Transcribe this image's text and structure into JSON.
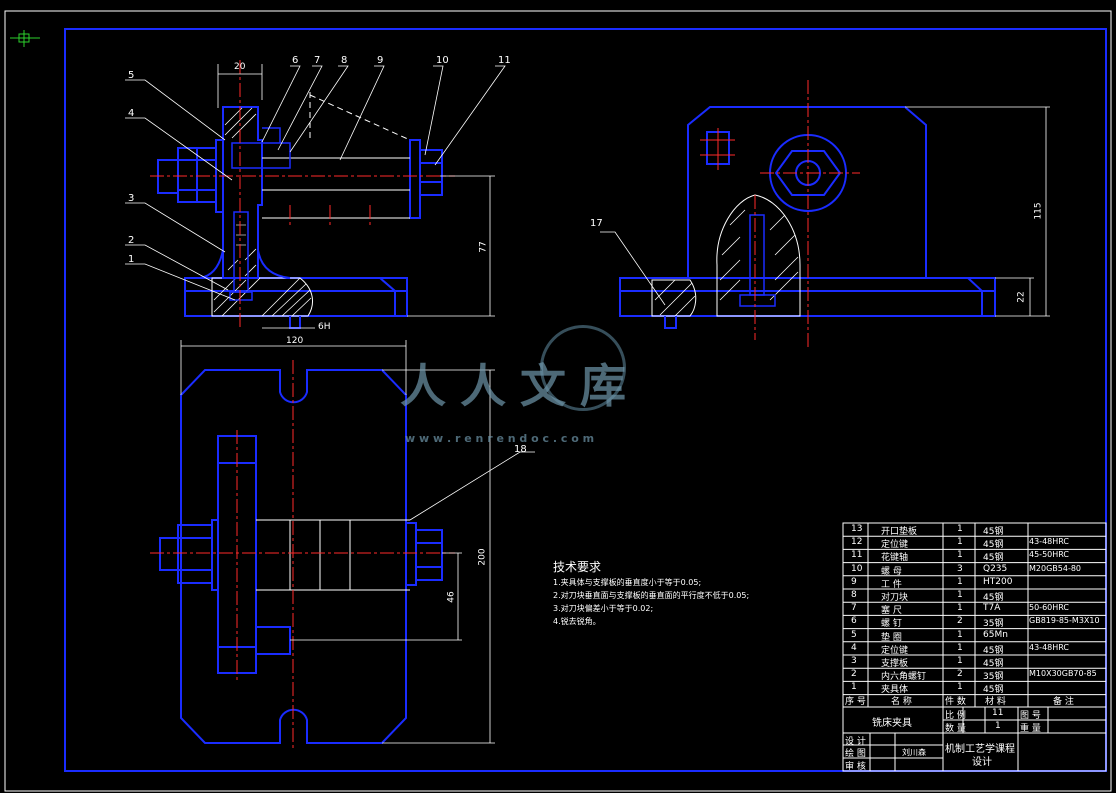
{
  "drawing": {
    "balloons": [
      "1",
      "2",
      "3",
      "4",
      "5",
      "6",
      "7",
      "8",
      "9",
      "10",
      "11",
      "17",
      "18"
    ],
    "dims": {
      "d20": "20",
      "d77": "77",
      "d120": "120",
      "d200": "200",
      "d46": "46",
      "d115": "115",
      "d22": "22",
      "fit": "6H"
    }
  },
  "watermark": {
    "text": "人人文库",
    "url": "w w w . r e n r e n d o c . c o m"
  },
  "tech": {
    "title": "技术要求",
    "items": [
      "1.夹具体与支撑板的垂直度小于等于0.05;",
      "2.对刀块垂直面与支撑板的垂直面的平行度不低于0.05;",
      "3.对刀块偏差小于等于0.02;",
      "4.锐去锐角。"
    ]
  },
  "bom": {
    "rows": [
      {
        "no": "13",
        "name": "开口垫板",
        "qty": "1",
        "mat": "45钢",
        "note": ""
      },
      {
        "no": "12",
        "name": "定位键",
        "qty": "1",
        "mat": "45钢",
        "note": "43-48HRC"
      },
      {
        "no": "11",
        "name": "花键轴",
        "qty": "1",
        "mat": "45钢",
        "note": "45-50HRC"
      },
      {
        "no": "10",
        "name": "螺 母",
        "qty": "3",
        "mat": "Q235",
        "note": "M20GB54-80"
      },
      {
        "no": "9",
        "name": "工 件",
        "qty": "1",
        "mat": "HT200",
        "note": ""
      },
      {
        "no": "8",
        "name": "对刀块",
        "qty": "1",
        "mat": "45钢",
        "note": ""
      },
      {
        "no": "7",
        "name": "塞 尺",
        "qty": "1",
        "mat": "T7A",
        "note": "50-60HRC"
      },
      {
        "no": "6",
        "name": "螺 钉",
        "qty": "2",
        "mat": "35钢",
        "note": "GB819-85-M3X10"
      },
      {
        "no": "5",
        "name": "垫 圈",
        "qty": "1",
        "mat": "65Mn",
        "note": ""
      },
      {
        "no": "4",
        "name": "定位键",
        "qty": "1",
        "mat": "45钢",
        "note": "43-48HRC"
      },
      {
        "no": "3",
        "name": "支撑板",
        "qty": "1",
        "mat": "45钢",
        "note": ""
      },
      {
        "no": "2",
        "name": "内六角螺钉",
        "qty": "2",
        "mat": "35钢",
        "note": "M10X30GB70-85"
      },
      {
        "no": "1",
        "name": "夹具体",
        "qty": "1",
        "mat": "45钢",
        "note": ""
      }
    ],
    "header": {
      "no": "序 号",
      "name": "名 称",
      "qty": "件 数",
      "mat": "材 料",
      "note": "备 注"
    }
  },
  "titleblock": {
    "name": "铣床夹具",
    "scale_label": "比 例",
    "scale": "11",
    "drawno_label": "图 号",
    "count_label": "数 量",
    "count": "1",
    "weight_label": "重 量",
    "design": "设 计",
    "draw": "绘 图",
    "check": "审 核",
    "drawer_name": "刘川森",
    "course": "机制工艺学课程",
    "course2": "设计"
  }
}
